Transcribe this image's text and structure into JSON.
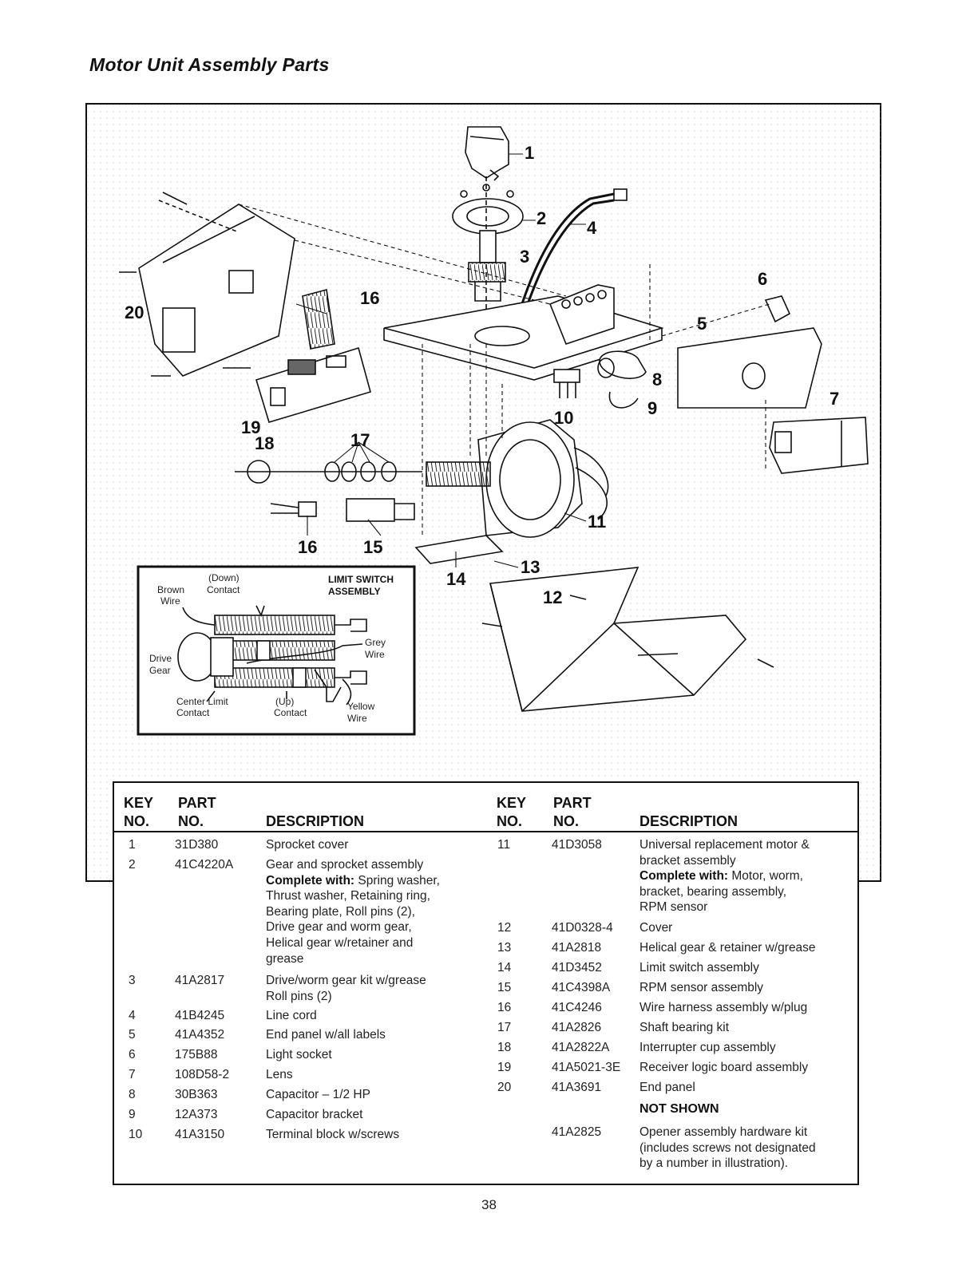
{
  "page": {
    "title": "Motor Unit Assembly Parts",
    "page_number": "38"
  },
  "diagram": {
    "callouts": [
      "1",
      "2",
      "3",
      "4",
      "5",
      "6",
      "7",
      "8",
      "9",
      "10",
      "11",
      "12",
      "13",
      "14",
      "15",
      "16",
      "17",
      "18",
      "19",
      "20"
    ],
    "limit_switch": {
      "title_line1": "LIMIT SWITCH",
      "title_line2": "ASSEMBLY",
      "down_label": "(Down)",
      "contact_label": "Contact",
      "brown_wire_line1": "Brown",
      "brown_wire_line2": "Wire",
      "grey_wire_line1": "Grey",
      "grey_wire_line2": "Wire",
      "drive_gear_line1": "Drive",
      "drive_gear_line2": "Gear",
      "center_limit_line1": "Center Limit",
      "center_limit_line2": "Contact",
      "up_label": "(Up)",
      "up_contact": "Contact",
      "yellow_wire_line1": "Yellow",
      "yellow_wire_line2": "Wire"
    }
  },
  "table": {
    "headers": {
      "key_line1": "KEY",
      "key_line2": "NO.",
      "part_line1": "PART",
      "part_line2": "NO.",
      "description": "DESCRIPTION"
    },
    "left_rows": [
      {
        "key": "1",
        "part": "31D380",
        "desc": "Sprocket cover"
      },
      {
        "key": "2",
        "part": "41C4220A",
        "desc": "Gear and sprocket assembly",
        "complete_label": "Complete with:",
        "complete_rest": " Spring washer,",
        "more": "Thrust washer, Retaining ring,\nBearing plate, Roll pins (2),\nDrive gear and worm gear,\nHelical gear w/retainer and\n   grease"
      },
      {
        "key": "3",
        "part": "41A2817",
        "desc": "Drive/worm gear kit w/grease",
        "more": "Roll pins (2)"
      },
      {
        "key": "4",
        "part": "41B4245",
        "desc": "Line cord"
      },
      {
        "key": "5",
        "part": "41A4352",
        "desc": "End panel w/all labels"
      },
      {
        "key": "6",
        "part": "175B88",
        "desc": "Light socket"
      },
      {
        "key": "7",
        "part": "108D58-2",
        "desc": "Lens"
      },
      {
        "key": "8",
        "part": "30B363",
        "desc": "Capacitor – 1/2 HP"
      },
      {
        "key": "9",
        "part": "12A373",
        "desc": "Capacitor bracket"
      },
      {
        "key": "10",
        "part": "41A3150",
        "desc": "Terminal block w/screws"
      }
    ],
    "right_rows": [
      {
        "key": "11",
        "part": "41D3058",
        "desc": "Universal replacement motor &\nbracket assembly",
        "complete_label": "Complete with:",
        "complete_rest": " Motor, worm,",
        "more": "bracket, bearing assembly,\nRPM sensor"
      },
      {
        "key": "12",
        "part": "41D0328-4",
        "desc": "Cover"
      },
      {
        "key": "13",
        "part": "41A2818",
        "desc": "Helical gear & retainer w/grease"
      },
      {
        "key": "14",
        "part": "41D3452",
        "desc": "Limit switch assembly"
      },
      {
        "key": "15",
        "part": "41C4398A",
        "desc": "RPM sensor assembly"
      },
      {
        "key": "16",
        "part": "41C4246",
        "desc": "Wire harness assembly w/plug"
      },
      {
        "key": "17",
        "part": "41A2826",
        "desc": "Shaft bearing kit"
      },
      {
        "key": "18",
        "part": "41A2822A",
        "desc": "Interrupter cup assembly"
      },
      {
        "key": "19",
        "part": "41A5021-3E",
        "desc": "Receiver logic board assembly"
      },
      {
        "key": "20",
        "part": "41A3691",
        "desc": "End panel"
      }
    ],
    "not_shown_label": "NOT SHOWN",
    "not_shown_row": {
      "key": "",
      "part": "41A2825",
      "desc": "Opener assembly hardware kit\n(includes screws not designated\nby a number in illustration)."
    }
  }
}
